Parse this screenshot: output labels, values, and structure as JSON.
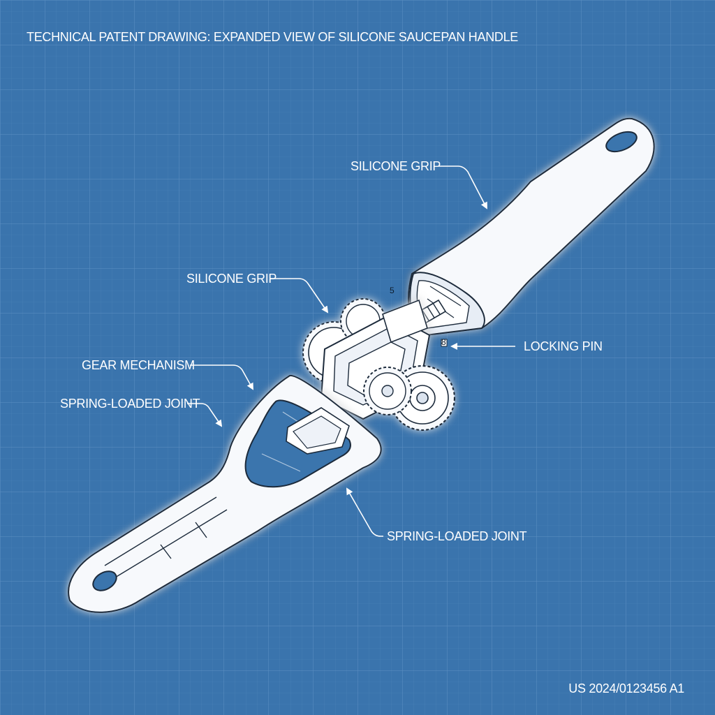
{
  "title": "TECHNICAL PATENT DRAWING: EXPANDED VIEW OF SILICONE SAUCEPAN HANDLE",
  "callouts": {
    "silicone_grip_upper": "SILICONE GRIP",
    "silicone_grip_middle": "SILICONE GRIP",
    "gear_mechanism": "GEAR MECHANISM",
    "spring_loaded_joint_left": "SPRING-LOADED JOINT",
    "spring_loaded_joint_lower": "SPRING-LOADED JOINT",
    "locking_pin": "LOCKING PIN"
  },
  "small_marks": {
    "upper": "5",
    "lower": "8"
  },
  "patent_number": "US 2024/0123456 A1",
  "colors": {
    "background": "#3a74ad",
    "grid": "#5b8fc3",
    "line": "#ffffff",
    "part_fill": "#f7f9fc",
    "part_stroke": "#1b2a3a"
  }
}
